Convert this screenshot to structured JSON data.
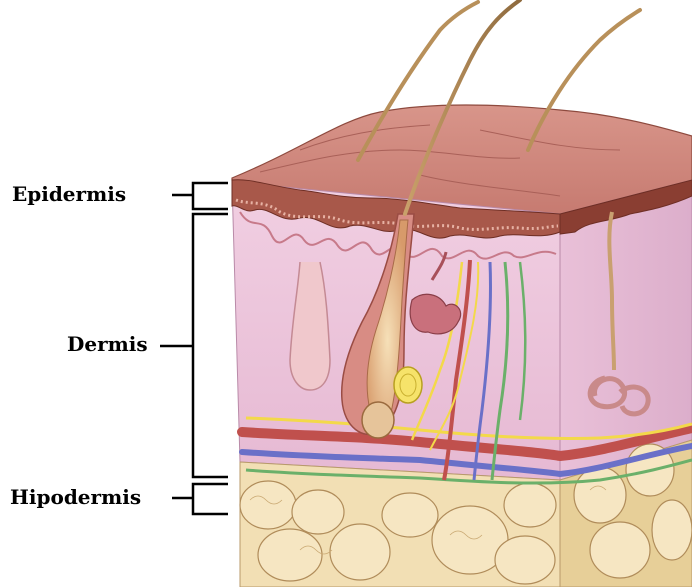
{
  "labels": {
    "epidermis": "Epidermis",
    "dermis": "Dermis",
    "hipodermis": "Hipodermis"
  },
  "colors": {
    "skin_surface": "#d99a8a",
    "epidermis_band": "#9c4a3a",
    "dermis": "#ecc6dc",
    "dermis_side": "#e4b8d4",
    "fat": "#f0dcb0",
    "fat_outline": "#b89a6a",
    "hair": "#b8905a",
    "nerve": "#f3d94a",
    "artery": "#c0504d",
    "vein": "#6a70c8",
    "lymph": "#6bb06a",
    "bracket": "#000000"
  }
}
